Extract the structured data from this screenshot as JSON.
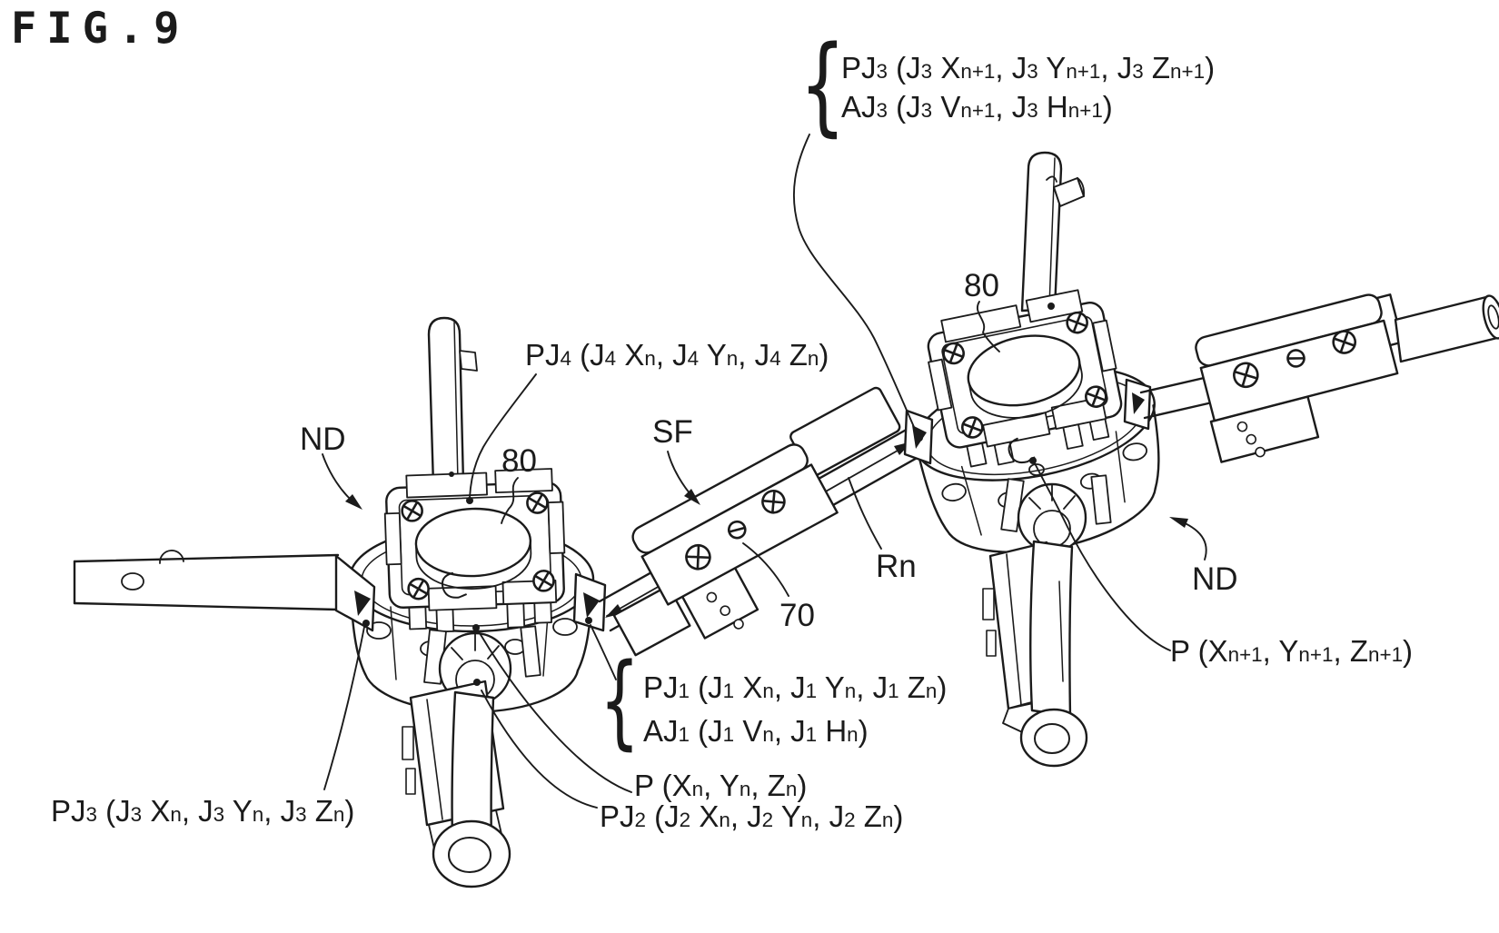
{
  "figure": {
    "title": "FIG.9",
    "type": "patent-line-drawing",
    "description": "Two articulated joint nodes (ND) connected by a shaft frame, with position/angle coordinate labels"
  },
  "colors": {
    "ink": "#1b1b1b",
    "background": "#ffffff"
  },
  "labels": {
    "fig_title": "FIG.9",
    "brace": "{",
    "pj3_top": "PJ_3_ (J_3_ X_n+1_, J_3_ Y_n+1_, J_3_ Z_n+1_)",
    "aj3_top": "AJ_3_ (J_3_ V_n+1_, J_3_ H_n+1_)",
    "eighty_right": "80",
    "pj4": "PJ_4_ (J_4_ X_n_, J_4_ Y_n_, J_4_ Z_n_)",
    "nd_left": "ND",
    "eighty_left": "80",
    "sf": "SF",
    "rn": "Rn",
    "seventy": "70",
    "nd_right": "ND",
    "p_right": "P (X_n+1_, Y_n+1_, Z_n+1_)",
    "pj1": "PJ_1_ (J_1_ X_n_, J_1_ Y_n_, J_1_ Z_n_)",
    "aj1": "AJ_1_ (J_1_ V_n_, J_1_ H_n_)",
    "p_left": "P (X_n_, Y_n_, Z_n_)",
    "pj2": "PJ_2_ (J_2_ X_n_, J_2_ Y_n_, J_2_ Z_n_)",
    "pj3_bottom": "PJ_3_ (J_3_ X_n_, J_3_ Y_n_, J_3_ Z_n_)"
  }
}
